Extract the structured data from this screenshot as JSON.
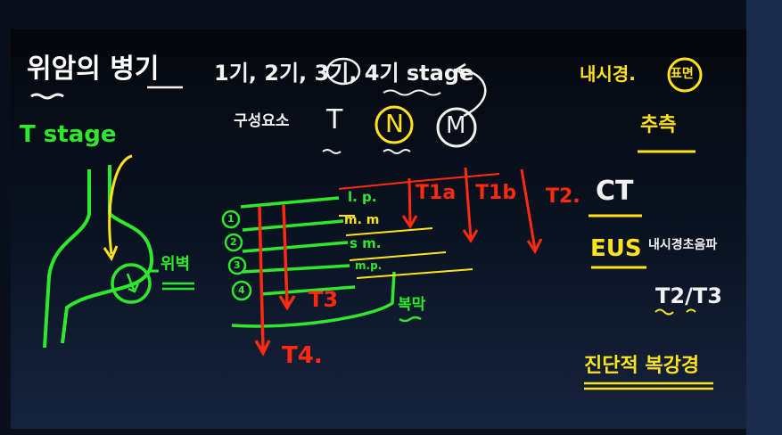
{
  "board": {
    "title": "위암의 병기",
    "stages_line": "1기, 2기, 3기, 4기 stage",
    "factors_label": "구성요소",
    "tnm_t": "T",
    "tnm_n": "N",
    "tnm_m": "M",
    "t_stage_label": "T stage",
    "stomach_wall_label": "위벽",
    "layer_lp": "l. p.",
    "layer_mm": "m. m",
    "layer_sm": "s m.",
    "layer_mp": "m.p.",
    "layer_num_1": "1",
    "layer_num_2": "2",
    "layer_num_3": "3",
    "layer_num_4": "4",
    "t1a": "T1a",
    "t1b": "T1b",
    "t2": "T2.",
    "t3": "T3",
    "t4": "T4.",
    "serosa_label": "복막",
    "endoscopy": "내시경.",
    "surface": "표면",
    "estimate": "추측",
    "ct": "CT",
    "eus": "EUS",
    "eus_desc": "내시경초음파",
    "t2_t3": "T2/T3",
    "diagnostic_laparoscopy": "진단적 복강경"
  },
  "colors": {
    "green": "#2ee82e",
    "red": "#ff2a10",
    "yellow": "#ffe21a",
    "white": "#f2f2f2"
  }
}
